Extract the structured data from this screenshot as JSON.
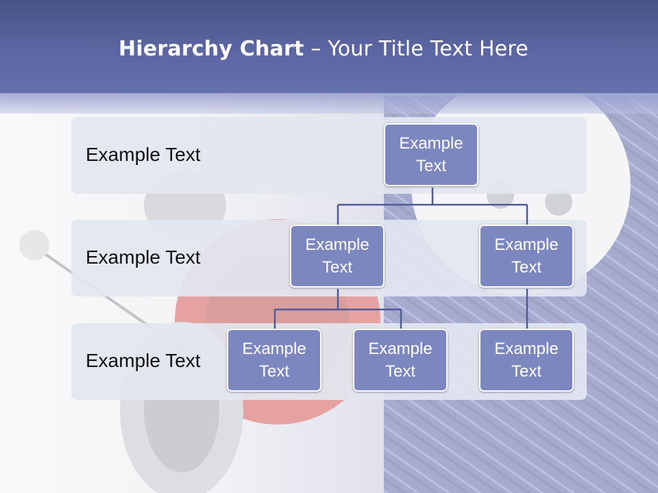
{
  "title": {
    "bold": "Hierarchy Chart",
    "rest": " – Your Title Text Here"
  },
  "rows": [
    {
      "label": "Example Text"
    },
    {
      "label": "Example Text"
    },
    {
      "label": "Example Text"
    }
  ],
  "nodes": {
    "root": "Example Text",
    "l2_left": "Example Text",
    "l2_right": "Example Text",
    "l3_a": "Example Text",
    "l3_b": "Example Text",
    "l3_c": "Example Text"
  },
  "colors": {
    "header": "#5c66a3",
    "node_fill": "#7c86bf",
    "connector": "#4e5b99",
    "band": "#e2e6f0"
  }
}
